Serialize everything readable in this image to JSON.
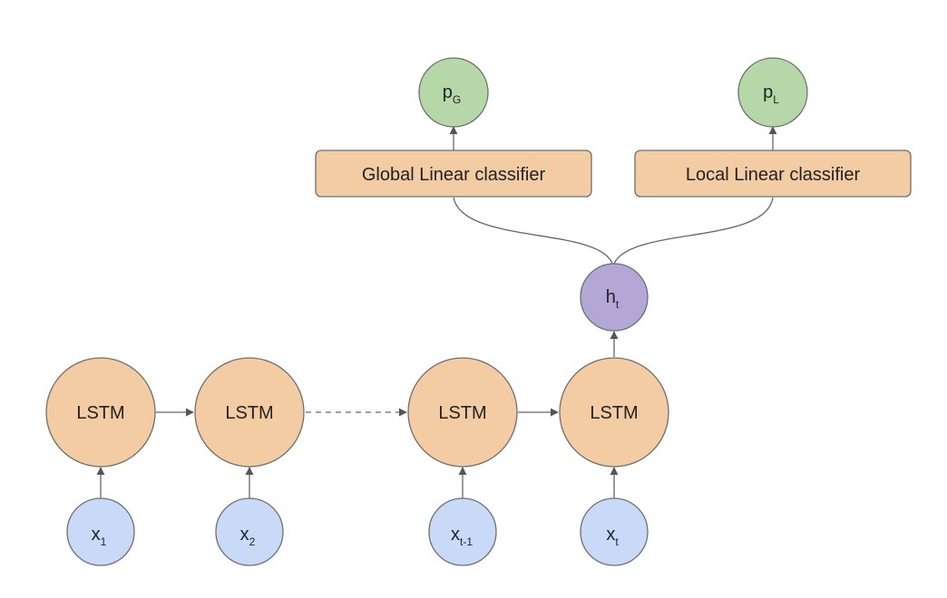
{
  "colors": {
    "lstm_fill": "#f4ccA4",
    "lstm_stroke": "#6e6e6e",
    "input_fill": "#c9daf8",
    "hidden_fill": "#b4a7d6",
    "output_fill": "#b6d7a8",
    "classifier_fill": "#f4cca4",
    "arrow": "#666666"
  },
  "lstm_cells": [
    {
      "label": "LSTM"
    },
    {
      "label": "LSTM"
    },
    {
      "label": "LSTM"
    },
    {
      "label": "LSTM"
    }
  ],
  "inputs": [
    {
      "base": "x",
      "sub": "1"
    },
    {
      "base": "x",
      "sub": "2"
    },
    {
      "base": "x",
      "sub": "t-1"
    },
    {
      "base": "x",
      "sub": "t"
    }
  ],
  "hidden": {
    "base": "h",
    "sub": "t"
  },
  "classifiers": {
    "global": "Global Linear classifier",
    "local": "Local Linear classifier"
  },
  "outputs": {
    "global": {
      "base": "p",
      "sub": "G"
    },
    "local": {
      "base": "p",
      "sub": "L"
    }
  }
}
